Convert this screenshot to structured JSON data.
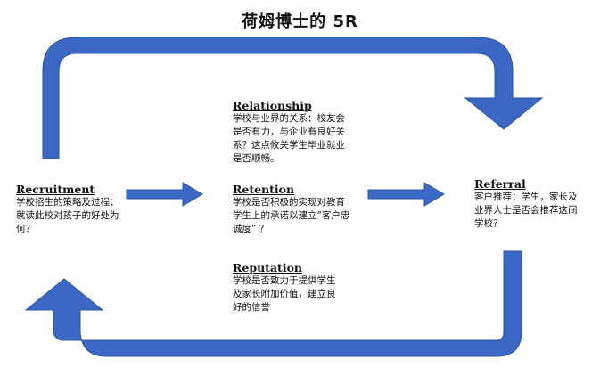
{
  "title": "荷姆博士的 5R",
  "colors": {
    "arrow_fill": "#3a68c4",
    "arrow_stroke": "#2d54a3"
  },
  "nodes": {
    "recruitment": {
      "heading": "Recruitment",
      "text": "学校招生的策略及过程：就读此校对孩子的好处为何？"
    },
    "relationship": {
      "heading": "Relationship",
      "text": "学校与业界的关系：校友会是否有力，与企业有良好关系？这点攸关学生毕业就业是否顺畅。"
    },
    "retention": {
      "heading": "Retention",
      "text": "学校是否积极的实现对教育学生上的承诺以建立“客户忠诚度” ？"
    },
    "referral": {
      "heading": "Referral",
      "text": "客户推荐：学生，家长及业界人士是否会推荐这间学校？"
    },
    "reputation": {
      "heading": "Reputation",
      "text": "学校是否致力于提供学生及家长附加价值，建立良好的信誉"
    }
  }
}
